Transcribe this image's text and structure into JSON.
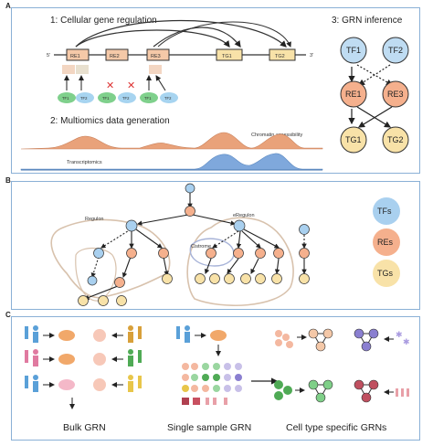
{
  "panels": {
    "A": {
      "letter": "A",
      "title1": "1: Cellular gene regulation",
      "title2": "2: Multiomics data generation",
      "title3": "3: GRN inference",
      "strand_5": "5'",
      "strand_3": "3'",
      "elements": [
        "RE1",
        "RE2",
        "RE3",
        "TG1",
        "TG2"
      ],
      "tf_blobs": [
        "TF1",
        "TF2",
        "TF1",
        "TF2",
        "TF1",
        "TF2"
      ],
      "track1": "Chromatin accessibility",
      "track2": "Transcriptomics",
      "grn_nodes": [
        "TF1",
        "TF2",
        "RE1",
        "RE3",
        "TG1",
        "TG2"
      ],
      "colors": {
        "tf": "#bfdcf2",
        "re": "#f5b08d",
        "tg": "#f8e2a8",
        "track1": "#e9a27a",
        "track2": "#7fa8dc"
      }
    },
    "B": {
      "letter": "B",
      "label_regulon": "Regulon",
      "label_eregulon": "eRegulon",
      "label_cistrome": "Cistrome",
      "legend": [
        "TFs",
        "REs",
        "TGs"
      ]
    },
    "C": {
      "letter": "C",
      "labels": [
        "Bulk GRN",
        "Single sample GRN",
        "Cell type specific GRNs"
      ]
    }
  }
}
